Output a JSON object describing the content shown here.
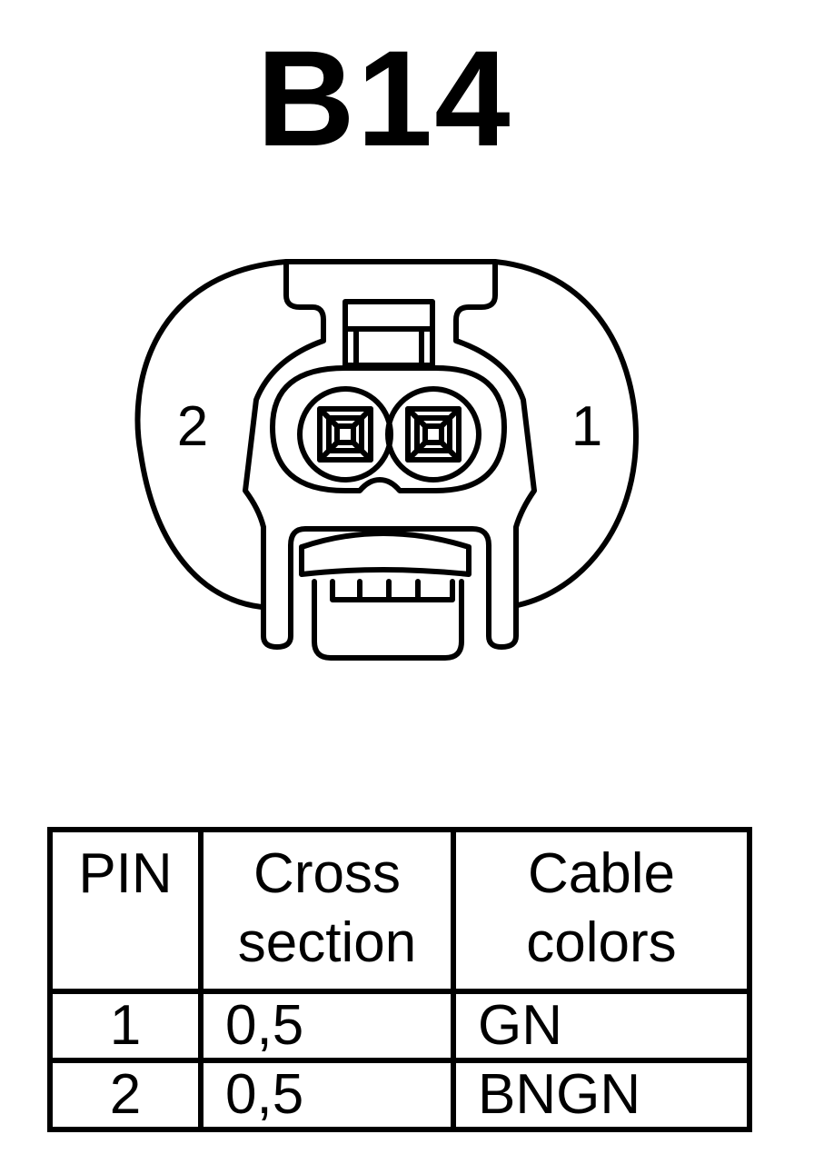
{
  "diagram": {
    "title": "B14",
    "pin_labels": {
      "left": "2",
      "right": "1"
    }
  },
  "table": {
    "headers": {
      "pin": "PIN",
      "cross_section_line1": "Cross",
      "cross_section_line2": "section",
      "cable_colors_line1": "Cable",
      "cable_colors_line2": "colors"
    },
    "rows": [
      {
        "pin": "1",
        "cross_section": "0,5",
        "cable_color": "GN"
      },
      {
        "pin": "2",
        "cross_section": "0,5",
        "cable_color": "BNGN"
      }
    ]
  },
  "colors": {
    "line": "#000000",
    "background": "#ffffff"
  }
}
